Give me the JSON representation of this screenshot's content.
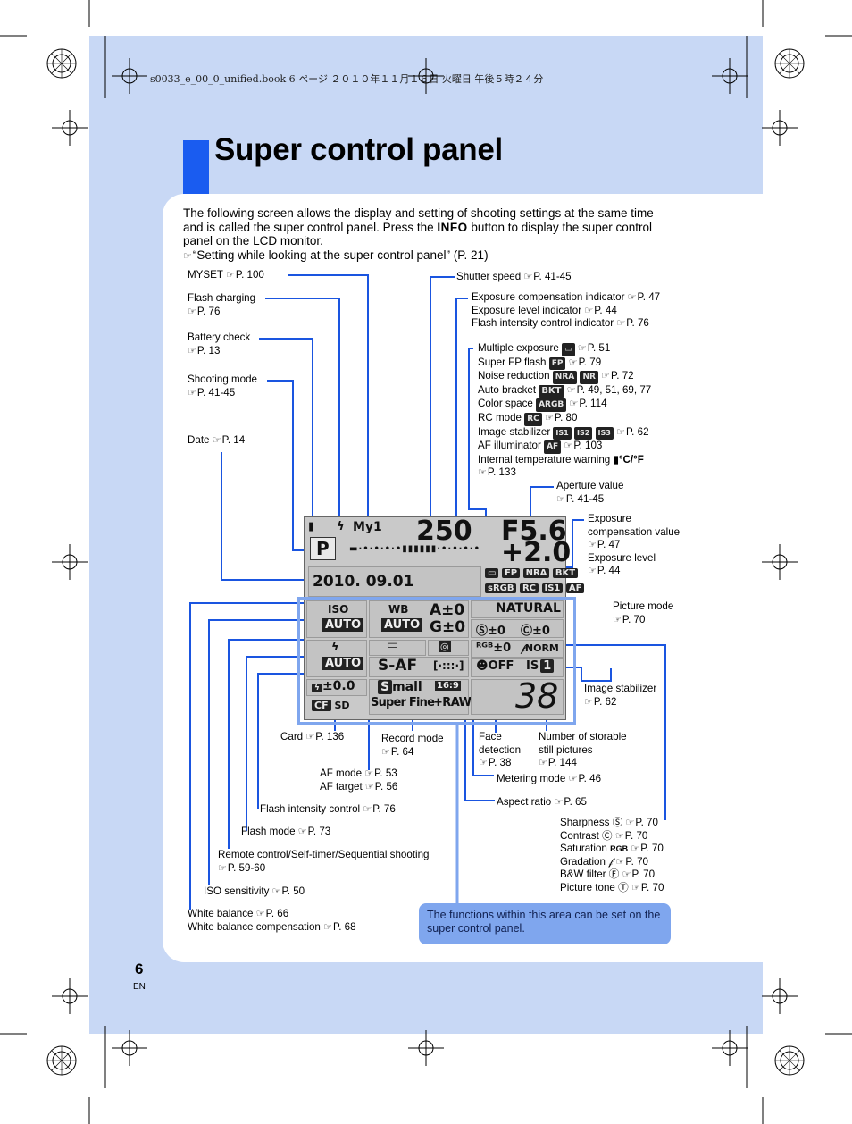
{
  "header": "s0033_e_00_0_unified.book  6 ページ  ２０１０年１１月１６日  火曜日  午後５時２４分",
  "title": "Super control panel",
  "intro": {
    "line1": "The following screen allows the display and setting of shooting settings at the same time",
    "line2_pre": "and is called the super control panel. Press the ",
    "line2_key": "INFO",
    "line2_post": " button to display the super control",
    "line3": "panel on the LCD monitor.",
    "line4": "“Setting while looking at the super control panel” (P. 21)"
  },
  "labels": {
    "myset": "MYSET ",
    "myset_ref": "P. 100",
    "flash_charging": "Flash charging",
    "flash_charging_ref": "P. 76",
    "battery_check": "Battery check",
    "battery_check_ref": "P. 13",
    "shooting_mode": "Shooting mode",
    "shooting_mode_ref": "P. 41-45",
    "date": "Date ",
    "date_ref": "P. 14",
    "shutter_speed": "Shutter speed ",
    "shutter_speed_ref": "P. 41-45",
    "exp_comp_ind": "Exposure compensation indicator ",
    "exp_comp_ind_ref": "P. 47",
    "exp_level_ind": "Exposure level indicator ",
    "exp_level_ind_ref": "P. 44",
    "flash_int_ind": "Flash intensity control indicator ",
    "flash_int_ind_ref": "P. 76",
    "multiple_exposure": "Multiple exposure ",
    "multiple_exposure_ref": "P. 51",
    "super_fp": "Super FP flash ",
    "super_fp_ref": "P. 79",
    "noise_reduction": "Noise reduction ",
    "noise_reduction_ref": "P. 72",
    "auto_bracket": "Auto bracket ",
    "auto_bracket_ref": "P. 49, 51, 69, 77",
    "color_space": "Color space ",
    "color_space_ref": "P. 114",
    "rc_mode": "RC mode ",
    "rc_mode_ref": "P. 80",
    "image_stab_list": "Image stabilizer ",
    "image_stab_list_ref": "P. 62",
    "af_illuminator": "AF illuminator ",
    "af_illuminator_ref": "P. 103",
    "internal_temp": "Internal temperature warning ",
    "internal_temp_ref": "P. 133",
    "aperture": "Aperture value",
    "aperture_ref": "P. 41-45",
    "exp_comp_value_1": "Exposure",
    "exp_comp_value_2": "compensation value",
    "exp_comp_value_ref": "P. 47",
    "exp_level": "Exposure level",
    "exp_level_ref": "P. 44",
    "picture_mode": "Picture mode",
    "picture_mode_ref": "P. 70",
    "image_stabilizer": "Image stabilizer",
    "image_stabilizer_ref": "P. 62",
    "card": "Card ",
    "card_ref": "P. 136",
    "record_mode": "Record mode",
    "record_mode_ref": "P. 64",
    "face_detection_1": "Face",
    "face_detection_2": "detection",
    "face_detection_ref": "P. 38",
    "storable_1": "Number of storable",
    "storable_2": "still pictures",
    "storable_ref": "P. 144",
    "af_mode": "AF mode ",
    "af_mode_ref": "P. 53",
    "af_target": "AF target ",
    "af_target_ref": "P. 56",
    "metering_mode": "Metering mode ",
    "metering_mode_ref": "P. 46",
    "aspect_ratio": "Aspect ratio ",
    "aspect_ratio_ref": "P. 65",
    "flash_int_control": "Flash intensity control ",
    "flash_int_control_ref": "P. 76",
    "flash_mode": "Flash mode ",
    "flash_mode_ref": "P. 73",
    "remote": "Remote control/Self-timer/Sequential shooting",
    "remote_ref": "P. 59-60",
    "iso_sensitivity": "ISO sensitivity ",
    "iso_sensitivity_ref": "P. 50",
    "white_balance": "White balance ",
    "white_balance_ref": "P. 66",
    "wb_comp": "White balance compensation ",
    "wb_comp_ref": "P. 68",
    "sharpness": "Sharpness ",
    "sharpness_ref": "P. 70",
    "contrast": "Contrast ",
    "contrast_ref": "P. 70",
    "saturation": "Saturation ",
    "saturation_ref": "P. 70",
    "gradation": "Gradation ",
    "gradation_ref": "P. 70",
    "bw_filter": "B&W filter ",
    "bw_filter_ref": "P. 70",
    "picture_tone": "Picture tone ",
    "picture_tone_ref": "P. 70"
  },
  "badges": {
    "fp": "FP",
    "nra": "NRA",
    "nr": "NR",
    "bkt": "BKT",
    "argb": "ARGB",
    "rc": "RC",
    "is1": "IS1",
    "is2": "IS2",
    "is3": "IS3",
    "af": "AF"
  },
  "lcd": {
    "myset": "My1",
    "shutter": "250",
    "aperture": "F5.6",
    "mode": "P",
    "exp_comp": "+2.0",
    "date": "2010. 09.01",
    "iso_label": "ISO",
    "iso_value": "AUTO",
    "wb_label": "WB",
    "wb_value": "AUTO",
    "wb_a": "A±0",
    "wb_g": "G±0",
    "picture_mode": "NATURAL",
    "sharpness": "±0",
    "contrast": "±0",
    "saturation": "±0",
    "gradation": "NORM",
    "flash_value": "AUTO",
    "af_mode": "S-AF",
    "flash_comp": "±0.0",
    "record_size": "mall",
    "record_s": "S",
    "aspect": "16:9",
    "quality": "Super Fine",
    "raw": "+RAW",
    "face": "OFF",
    "is": "IS",
    "is_num": "1",
    "cf": "CF",
    "sd": "SD",
    "count": "38",
    "top_badges": [
      "FP",
      "NRA",
      "BKT"
    ],
    "bottom_badges": [
      "sRGB",
      "RC",
      "IS1",
      "AF"
    ]
  },
  "note": "The functions within this area can be set on the super control panel.",
  "page_number": "6",
  "page_lang": "EN"
}
